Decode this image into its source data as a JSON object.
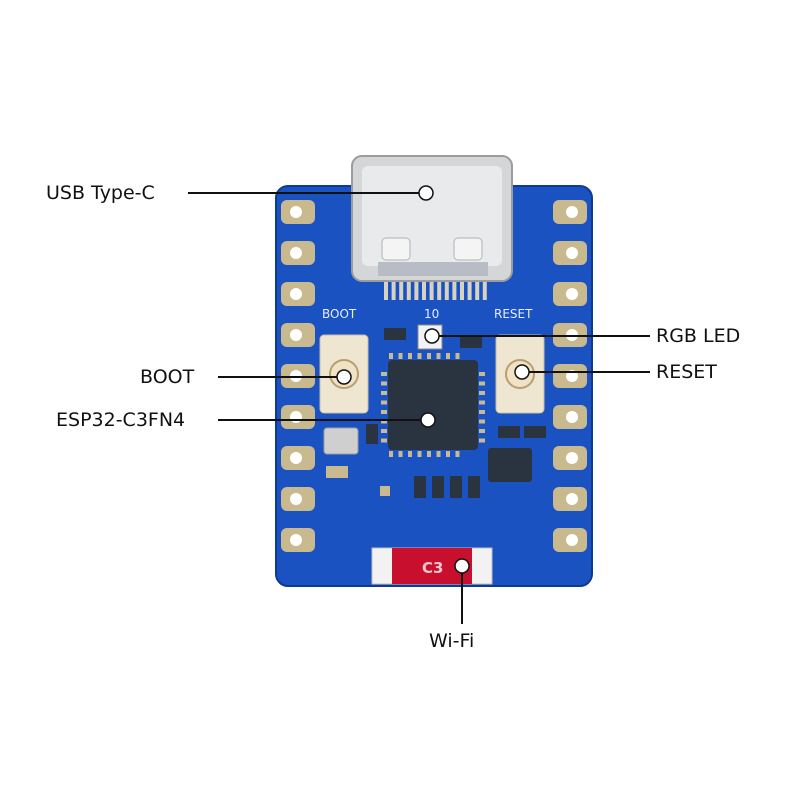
{
  "labels": {
    "usb": "USB Type-C",
    "boot": "BOOT",
    "esp": "ESP32-C3FN4",
    "rgb": "RGB LED",
    "reset": "RESET",
    "wifi": "Wi-Fi"
  },
  "silkscreen": {
    "boot": "BOOT",
    "reset": "RESET",
    "pin10": "10",
    "antenna": "C3"
  },
  "colors": {
    "pcb": "#1a52c2",
    "pcb_dark": "#0f3a94",
    "pad": "#c9b98e",
    "chip": "#2a3440",
    "antenna": "#c8102e",
    "button_cap": "#f0e2c4",
    "usb_metal": "#dcdcde",
    "leader_line": "#111111"
  }
}
